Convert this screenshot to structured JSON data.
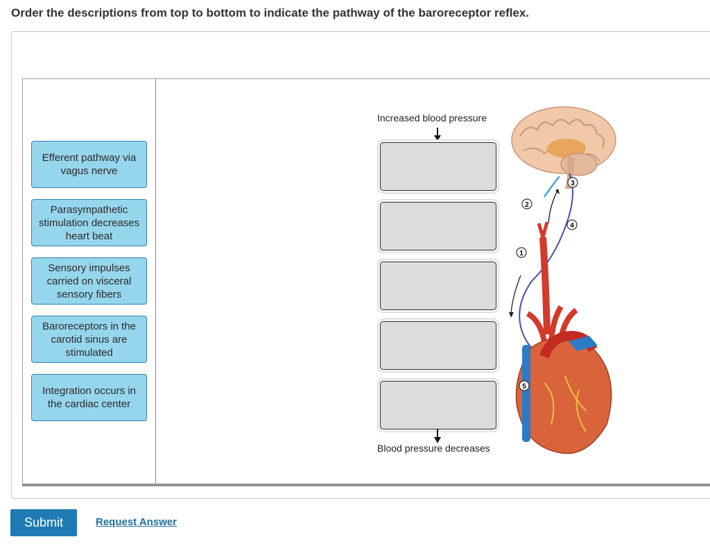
{
  "question": "Order the descriptions from top to bottom to indicate the pathway of the baroreceptor reflex.",
  "labels": [
    {
      "text": "Efferent pathway via vagus nerve"
    },
    {
      "text": "Parasympathetic stimulation decreases heart beat"
    },
    {
      "text": "Sensory impulses carried on visceral sensory fibers"
    },
    {
      "text": "Baroreceptors in the carotid sinus are stimulated"
    },
    {
      "text": "Integration occurs in the cardiac center"
    }
  ],
  "diagram": {
    "top_caption": "Increased blood pressure",
    "bottom_caption": "Blood pressure decreases",
    "markers": [
      "1",
      "2",
      "3",
      "4",
      "5"
    ]
  },
  "buttons": {
    "submit": "Submit",
    "request_answer": "Request Answer"
  },
  "colors": {
    "label_bg": "#96d6ec",
    "label_border": "#2e7fb0",
    "target_bg": "#dcdcdc",
    "submit_bg": "#1f7bb3",
    "link": "#1f6f9f"
  }
}
